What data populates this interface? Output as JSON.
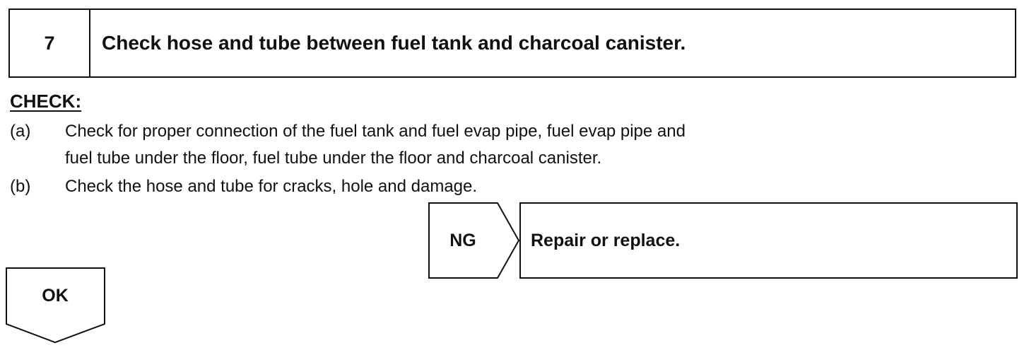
{
  "step": {
    "number": "7",
    "title": "Check hose and tube between fuel tank and charcoal canister."
  },
  "check": {
    "heading": "CHECK:",
    "items": [
      {
        "letter": "(a)",
        "lines": [
          "Check for proper connection of the fuel tank and fuel evap pipe, fuel evap pipe and",
          "fuel tube under the floor, fuel tube under the floor and charcoal canister."
        ]
      },
      {
        "letter": "(b)",
        "lines": [
          "Check the hose and tube for cracks, hole and damage."
        ]
      }
    ]
  },
  "ng": {
    "label": "NG",
    "action": "Repair or replace."
  },
  "ok": {
    "label": "OK"
  }
}
